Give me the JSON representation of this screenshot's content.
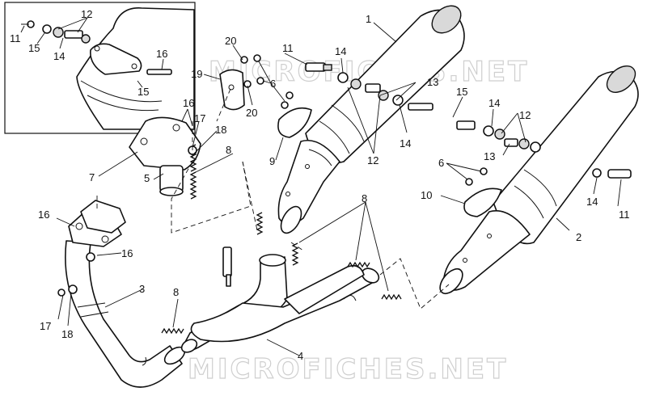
{
  "watermarks": [
    "MICROFICHES.NET",
    "MICROFICHES.NET"
  ],
  "callouts": [
    {
      "id": "c1",
      "label": "1"
    },
    {
      "id": "c2",
      "label": "2"
    },
    {
      "id": "c3",
      "label": "3"
    },
    {
      "id": "c4",
      "label": "4"
    },
    {
      "id": "c5",
      "label": "5"
    },
    {
      "id": "c6a",
      "label": "6"
    },
    {
      "id": "c6b",
      "label": "6"
    },
    {
      "id": "c7",
      "label": "7"
    },
    {
      "id": "c8a",
      "label": "8"
    },
    {
      "id": "c8b",
      "label": "8"
    },
    {
      "id": "c8c",
      "label": "8"
    },
    {
      "id": "c9",
      "label": "9"
    },
    {
      "id": "c10",
      "label": "10"
    },
    {
      "id": "c11a",
      "label": "11"
    },
    {
      "id": "c11b",
      "label": "11"
    },
    {
      "id": "c11c",
      "label": "11"
    },
    {
      "id": "c12a",
      "label": "12"
    },
    {
      "id": "c12b",
      "label": "12"
    },
    {
      "id": "c12c",
      "label": "12"
    },
    {
      "id": "c13a",
      "label": "13"
    },
    {
      "id": "c13b",
      "label": "13"
    },
    {
      "id": "c14a",
      "label": "14"
    },
    {
      "id": "c14b",
      "label": "14"
    },
    {
      "id": "c14c",
      "label": "14"
    },
    {
      "id": "c14d",
      "label": "14"
    },
    {
      "id": "c14e",
      "label": "14"
    },
    {
      "id": "c15a",
      "label": "15"
    },
    {
      "id": "c15b",
      "label": "15"
    },
    {
      "id": "c15c",
      "label": "15"
    },
    {
      "id": "c16a",
      "label": "16"
    },
    {
      "id": "c16b",
      "label": "16"
    },
    {
      "id": "c16c",
      "label": "16"
    },
    {
      "id": "c16d",
      "label": "16"
    },
    {
      "id": "c17a",
      "label": "17"
    },
    {
      "id": "c17b",
      "label": "17"
    },
    {
      "id": "c18a",
      "label": "18"
    },
    {
      "id": "c18b",
      "label": "18"
    },
    {
      "id": "c19",
      "label": "19"
    },
    {
      "id": "c20a",
      "label": "20"
    },
    {
      "id": "c20b",
      "label": "20"
    }
  ]
}
